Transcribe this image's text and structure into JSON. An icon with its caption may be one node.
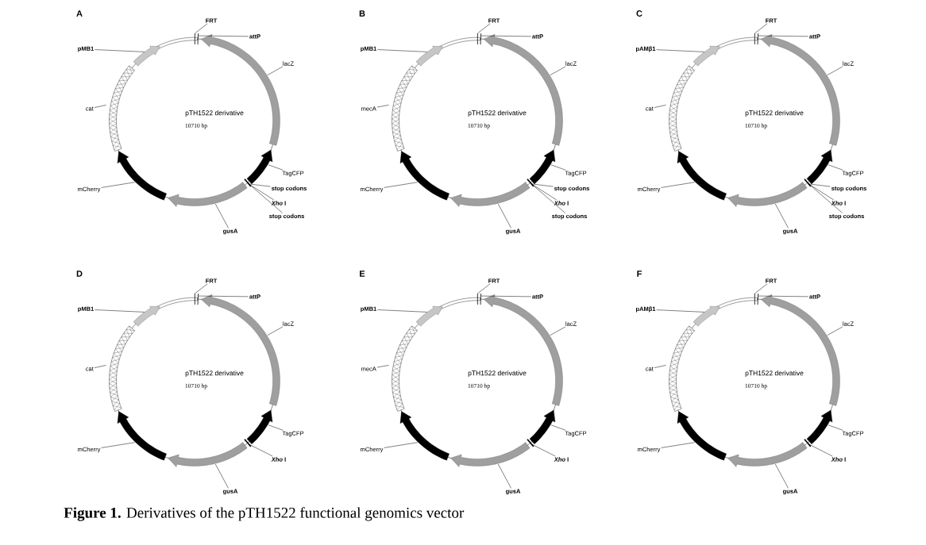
{
  "diagram": {
    "caption": "**Figure 1.** Derivatives of the pTH1522 functional genomics vector",
    "nodes": [
      {
        "text": [
          "FRT"
        ]
      },
      {
        "text": [
          "attP"
        ]
      },
      {
        "text": [
          "pMB1"
        ]
      },
      {
        "text": [
          "lacZ"
        ]
      },
      {
        "text": [
          "cat"
        ]
      },
      {
        "text": [
          "mCherry"
        ]
      },
      {
        "text": [
          "TagCFP"
        ]
      },
      {
        "text": [
          "stop codons"
        ]
      },
      {
        "text": [
          "*Xho* I"
        ]
      },
      {
        "text": [
          "stop codons"
        ]
      },
      {
        "text": [
          "gusA"
        ]
      },
      {
        "text": [],
        "shape": "bar"
      },
      {
        "text": [],
        "shape": "bar"
      },
      {
        "text": [],
        "shape": "bar"
      },
      {
        "text": [],
        "shape": "bar"
      },
      {
        "text": [],
        "shape": "box"
      },
      {
        "text": [],
        "shape": "bar"
      },
      {
        "text": [],
        "shape": "bar"
      },
      {
        "text": [],
        "shape": "bar"
      },
      {
        "text": [],
        "shape": "bar"
      },
      {
        "text": [
          "FRT"
        ]
      },
      {
        "text": [
          "attP"
        ]
      },
      {
        "text": [
          "pMB1"
        ]
      },
      {
        "text": [
          "lacZ"
        ]
      },
      {
        "text": [
          "mecA"
        ]
      },
      {
        "text": [
          "mCherry"
        ]
      },
      {
        "text": [
          "TagCFP"
        ]
      },
      {
        "text": [
          "stop codons"
        ]
      },
      {
        "text": [
          "*Xho* I"
        ]
      },
      {
        "text": [
          "stop codons"
        ]
      },
      {
        "text": [
          "gusA"
        ]
      },
      {
        "text": [],
        "shape": "bar"
      },
      {
        "text": [],
        "shape": "bar"
      },
      {
        "text": [],
        "shape": "bar"
      },
      {
        "text": [],
        "shape": "bar"
      },
      {
        "text": [],
        "shape": "box"
      },
      {
        "text": [],
        "shape": "bar"
      },
      {
        "text": [],
        "shape": "bar"
      },
      {
        "text": [],
        "shape": "bar"
      },
      {
        "text": [],
        "shape": "bar"
      },
      {
        "text": [
          "FRT"
        ]
      },
      {
        "text": [
          "attP"
        ]
      },
      {
        "text": [
          "pAMβ1"
        ]
      },
      {
        "text": [
          "lacZ"
        ]
      },
      {
        "text": [
          "cat"
        ]
      },
      {
        "text": [
          "mCherry"
        ]
      },
      {
        "text": [
          "TagCFP"
        ]
      },
      {
        "text": [
          "stop codons"
        ]
      },
      {
        "text": [
          "*Xho* I"
        ]
      },
      {
        "text": [
          "stop codons"
        ]
      },
      {
        "text": [
          "gusA"
        ]
      },
      {
        "text": [],
        "shape": "bar"
      },
      {
        "text": [],
        "shape": "bar"
      },
      {
        "text": [],
        "shape": "bar"
      },
      {
        "text": [],
        "shape": "bar"
      },
      {
        "text": [],
        "shape": "box"
      },
      {
        "text": [],
        "shape": "bar"
      },
      {
        "text": [],
        "shape": "bar"
      },
      {
        "text": [],
        "shape": "bar"
      },
      {
        "text": [],
        "shape": "bar"
      },
      {
        "text": [
          "FRT"
        ]
      },
      {
        "text": [
          "attP"
        ]
      },
      {
        "text": [
          "pMB1"
        ]
      },
      {
        "text": [
          "lacZ"
        ]
      },
      {
        "text": [
          "cat"
        ]
      },
      {
        "text": [
          "mCherry"
        ]
      },
      {
        "text": [
          "TagCFP"
        ]
      },
      {
        "text": [
          "*Xho* I"
        ]
      },
      {
        "text": [
          "gusA"
        ]
      },
      {
        "text": [],
        "shape": "bar"
      },
      {
        "text": [],
        "shape": "bar"
      },
      {
        "text": [],
        "shape": "bar"
      },
      {
        "text": [],
        "shape": "bar"
      },
      {
        "text": [],
        "shape": "box"
      },
      {
        "text": [],
        "shape": "bar"
      },
      {
        "text": [],
        "shape": "bar"
      },
      {
        "text": [],
        "shape": "bar"
      },
      {
        "text": [],
        "shape": "bar"
      },
      {
        "text": [
          "FRT"
        ]
      },
      {
        "text": [
          "attP"
        ]
      },
      {
        "text": [
          "pMB1"
        ]
      },
      {
        "text": [
          "lacZ"
        ]
      },
      {
        "text": [
          "mecA"
        ]
      },
      {
        "text": [
          "mCherry"
        ]
      },
      {
        "text": [
          "TagCFP"
        ]
      },
      {
        "text": [
          "*Xho* I"
        ]
      },
      {
        "text": [
          "gusA"
        ]
      },
      {
        "text": [],
        "shape": "bar"
      },
      {
        "text": [],
        "shape": "bar"
      },
      {
        "text": [],
        "shape": "bar"
      },
      {
        "text": [],
        "shape": "bar"
      },
      {
        "text": [],
        "shape": "box"
      },
      {
        "text": [],
        "shape": "bar"
      },
      {
        "text": [],
        "shape": "bar"
      },
      {
        "text": [],
        "shape": "bar"
      },
      {
        "text": [],
        "shape": "bar"
      },
      {
        "text": [
          "FRT"
        ]
      },
      {
        "text": [
          "attP"
        ]
      },
      {
        "text": [
          "pAMβ1"
        ]
      },
      {
        "text": [
          "lacZ"
        ]
      },
      {
        "text": [
          "cat"
        ]
      },
      {
        "text": [
          "mCherry"
        ]
      },
      {
        "text": [
          "TagCFP"
        ]
      },
      {
        "text": [
          "*Xho* I"
        ]
      },
      {
        "text": [
          "gusA"
        ]
      },
      {
        "text": [],
        "shape": "bar"
      },
      {
        "text": [],
        "shape": "bar"
      },
      {
        "text": [],
        "shape": "bar"
      },
      {
        "text": [],
        "shape": "bar"
      },
      {
        "text": [],
        "shape": "box"
      },
      {
        "text": [],
        "shape": "bar"
      },
      {
        "text": [],
        "shape": "bar"
      },
      {
        "text": [],
        "shape": "bar"
      },
      {
        "text": [],
        "shape": "bar"
      }
    ],
    "edges": [
      {
        "from": 0,
        "to": 11,
        "arrow": "none"
      },
      {
        "from": 1,
        "to": 12,
        "arrow": "none"
      },
      {
        "from": 2,
        "to": 13,
        "arrow": "none"
      },
      {
        "from": 3,
        "to": 14,
        "arrow": "none"
      },
      {
        "from": 4,
        "to": 15,
        "arrow": "none"
      },
      {
        "from": 5,
        "to": 16,
        "arrow": "none"
      },
      {
        "from": 6,
        "to": 17,
        "arrow": "none"
      },
      {
        "from": 7,
        "to": 18,
        "arrow": "none"
      },
      {
        "from": 8,
        "to": 18,
        "arrow": "none"
      },
      {
        "from": 9,
        "to": 18,
        "arrow": "none"
      },
      {
        "from": 10,
        "to": 19,
        "arrow": "none"
      },
      {
        "from": 20,
        "to": 31,
        "arrow": "none"
      },
      {
        "from": 21,
        "to": 32,
        "arrow": "none"
      },
      {
        "from": 22,
        "to": 33,
        "arrow": "none"
      },
      {
        "from": 23,
        "to": 34,
        "arrow": "none"
      },
      {
        "from": 24,
        "to": 35,
        "arrow": "none"
      },
      {
        "from": 25,
        "to": 36,
        "arrow": "none"
      },
      {
        "from": 26,
        "to": 37,
        "arrow": "none"
      },
      {
        "from": 27,
        "to": 38,
        "arrow": "none"
      },
      {
        "from": 28,
        "to": 38,
        "arrow": "none"
      },
      {
        "from": 29,
        "to": 38,
        "arrow": "none"
      },
      {
        "from": 30,
        "to": 39,
        "arrow": "none"
      },
      {
        "from": 40,
        "to": 51,
        "arrow": "none"
      },
      {
        "from": 41,
        "to": 52,
        "arrow": "none"
      },
      {
        "from": 42,
        "to": 53,
        "arrow": "none"
      },
      {
        "from": 43,
        "to": 54,
        "arrow": "none"
      },
      {
        "from": 44,
        "to": 55,
        "arrow": "none"
      },
      {
        "from": 45,
        "to": 56,
        "arrow": "none"
      },
      {
        "from": 46,
        "to": 57,
        "arrow": "none"
      },
      {
        "from": 47,
        "to": 58,
        "arrow": "none"
      },
      {
        "from": 48,
        "to": 58,
        "arrow": "none"
      },
      {
        "from": 49,
        "to": 58,
        "arrow": "none"
      },
      {
        "from": 50,
        "to": 59,
        "arrow": "none"
      },
      {
        "from": 60,
        "to": 69,
        "arrow": "none"
      },
      {
        "from": 61,
        "to": 70,
        "arrow": "none"
      },
      {
        "from": 62,
        "to": 71,
        "arrow": "none"
      },
      {
        "from": 63,
        "to": 72,
        "arrow": "none"
      },
      {
        "from": 64,
        "to": 73,
        "arrow": "none"
      },
      {
        "from": 65,
        "to": 74,
        "arrow": "none"
      },
      {
        "from": 66,
        "to": 75,
        "arrow": "none"
      },
      {
        "from": 67,
        "to": 76,
        "arrow": "none"
      },
      {
        "from": 68,
        "to": 77,
        "arrow": "none"
      },
      {
        "from": 78,
        "to": 87,
        "arrow": "none"
      },
      {
        "from": 79,
        "to": 88,
        "arrow": "none"
      },
      {
        "from": 80,
        "to": 89,
        "arrow": "none"
      },
      {
        "from": 81,
        "to": 90,
        "arrow": "none"
      },
      {
        "from": 82,
        "to": 91,
        "arrow": "none"
      },
      {
        "from": 83,
        "to": 92,
        "arrow": "none"
      },
      {
        "from": 84,
        "to": 93,
        "arrow": "none"
      },
      {
        "from": 85,
        "to": 94,
        "arrow": "none"
      },
      {
        "from": 86,
        "to": 95,
        "arrow": "none"
      },
      {
        "from": 96,
        "to": 105,
        "arrow": "none"
      },
      {
        "from": 97,
        "to": 106,
        "arrow": "none"
      },
      {
        "from": 98,
        "to": 107,
        "arrow": "none"
      },
      {
        "from": 99,
        "to": 108,
        "arrow": "none"
      },
      {
        "from": 100,
        "to": 109,
        "arrow": "none"
      },
      {
        "from": 101,
        "to": 110,
        "arrow": "none"
      },
      {
        "from": 102,
        "to": 111,
        "arrow": "none"
      },
      {
        "from": 103,
        "to": 112,
        "arrow": "none"
      },
      {
        "from": 104,
        "to": 113,
        "arrow": "none"
      }
    ],
    "labels": [
      "A",
      "pTH1522 derivative",
      "10710 bp",
      "B",
      "pTH1522 derivative",
      "10710 bp",
      "C",
      "pTH1522 derivative",
      "10710 bp",
      "D",
      "pTH1522 derivative",
      "10710 bp",
      "E",
      "pTH1522 derivative",
      "10710 bp",
      "F",
      "pTH1522 derivative",
      "10710 bp"
    ]
  }
}
